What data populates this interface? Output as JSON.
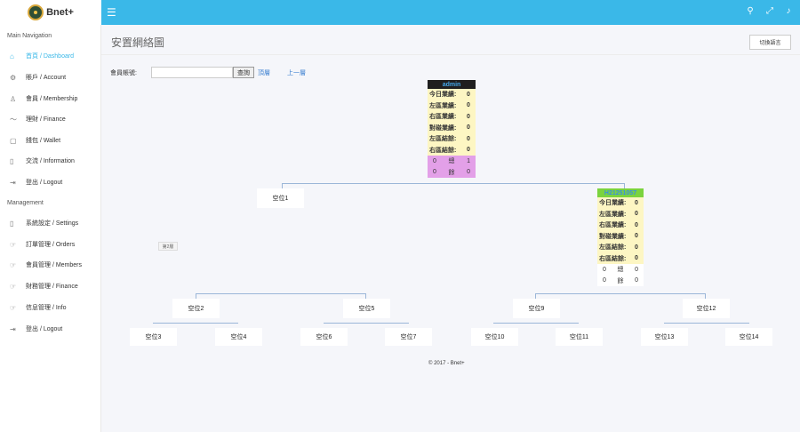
{
  "brand": {
    "name": "Bnet+"
  },
  "topbar": {
    "menu_icon": "menu-icon",
    "icons": [
      "search-icon",
      "fullscreen-icon",
      "bell-icon"
    ]
  },
  "sidebar": {
    "main_heading": "Main Navigation",
    "main_items": [
      {
        "label": "首頁 / Dashboard",
        "icon": "home-icon",
        "active": true
      },
      {
        "label": "賬戶 / Account",
        "icon": "settings-icon"
      },
      {
        "label": "會員 / Membership",
        "icon": "user-icon"
      },
      {
        "label": "理財 / Finance",
        "icon": "chart-icon"
      },
      {
        "label": "錢包 / Wallet",
        "icon": "wallet-icon"
      },
      {
        "label": "交流 / Information",
        "icon": "book-icon"
      },
      {
        "label": "登出 / Logout",
        "icon": "logout-icon"
      }
    ],
    "manage_heading": "Management",
    "manage_items": [
      {
        "label": "系統設定 / Settings",
        "icon": "file-icon"
      },
      {
        "label": "訂單管理 / Orders",
        "icon": "hand-icon"
      },
      {
        "label": "會員管理 / Members",
        "icon": "hand-icon"
      },
      {
        "label": "財務管理 / Finance",
        "icon": "hand-icon"
      },
      {
        "label": "信息管理 / Info",
        "icon": "hand-icon"
      },
      {
        "label": "登出 / Logout",
        "icon": "logout-icon"
      }
    ]
  },
  "page": {
    "title": "安置網絡圖",
    "language_button": "切換語言"
  },
  "search": {
    "label": "會員帳號:",
    "value": "",
    "button": "查詢",
    "top_link": "頂層",
    "up_link": "上一層"
  },
  "hint": "第2層",
  "tree": {
    "root": {
      "name": "admin",
      "head_bg": "#1f1f1f",
      "head_color": "#43a7e8",
      "foot_bg": "#e3a0e8",
      "rows": [
        {
          "label": "今日業績:",
          "value": "0"
        },
        {
          "label": "左區業績:",
          "value": "0"
        },
        {
          "label": "右區業績:",
          "value": "0"
        },
        {
          "label": "對碰業績:",
          "value": "0"
        },
        {
          "label": "左區結餘:",
          "value": "0"
        },
        {
          "label": "右區結餘:",
          "value": "0"
        }
      ],
      "foot": [
        {
          "left": "0",
          "mid": "總",
          "right": "1"
        },
        {
          "left": "0",
          "mid": "餘",
          "right": "0"
        }
      ]
    },
    "member": {
      "name": "H21251057",
      "head_bg": "#7bd33e",
      "head_color": "#3a8fe0",
      "foot_bg": "#ffffff",
      "rows": [
        {
          "label": "今日業績:",
          "value": "0"
        },
        {
          "label": "左區業績:",
          "value": "0"
        },
        {
          "label": "右區業績:",
          "value": "0"
        },
        {
          "label": "對碰業績:",
          "value": "0"
        },
        {
          "label": "左區結餘:",
          "value": "0"
        },
        {
          "label": "右區結餘:",
          "value": "0"
        }
      ],
      "foot": [
        {
          "left": "0",
          "mid": "總",
          "right": "0"
        },
        {
          "left": "0",
          "mid": "餘",
          "right": "0"
        }
      ]
    },
    "slots": [
      "空位1",
      "空位2",
      "空位5",
      "空位9",
      "空位12",
      "空位3",
      "空位4",
      "空位6",
      "空位7",
      "空位10",
      "空位11",
      "空位13",
      "空位14"
    ]
  },
  "footer": "© 2017 - Bnet+",
  "colors": {
    "topbar": "#3ab8e8",
    "link": "#3a7fd0",
    "row_bg": "#fdf6c3",
    "line": "#9bb6d8"
  }
}
